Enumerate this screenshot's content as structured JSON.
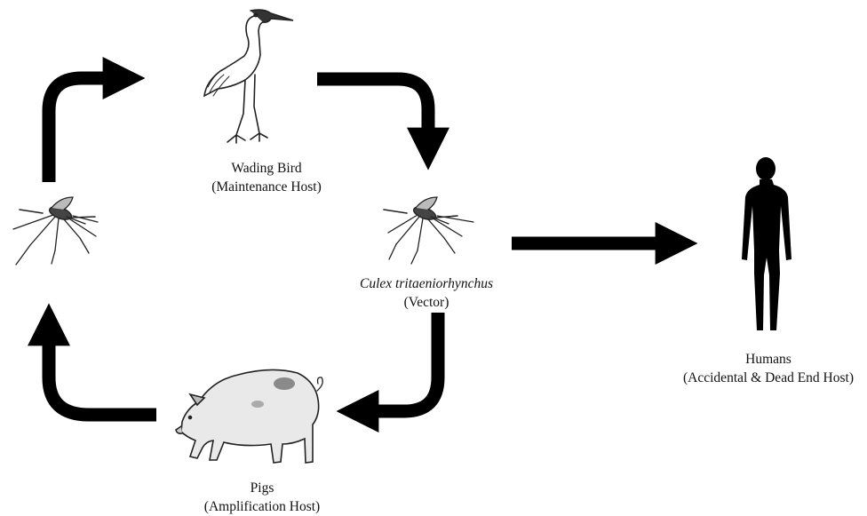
{
  "nodes": {
    "bird": {
      "name": "Wading Bird",
      "role": "(Maintenance Host)",
      "icon": "heron-icon"
    },
    "vector": {
      "name": "Culex tritaeniorhynchus",
      "role": "(Vector)",
      "icon": "mosquito-icon"
    },
    "pigs": {
      "name": "Pigs",
      "role": "(Amplification Host)",
      "icon": "pig-icon"
    },
    "humans": {
      "name": "Humans",
      "role": "(Accidental & Dead End Host)",
      "icon": "human-silhouette-icon"
    },
    "left_vector": {
      "icon": "mosquito-icon"
    }
  },
  "colors": {
    "arrow": "#000000",
    "text": "#111111"
  }
}
